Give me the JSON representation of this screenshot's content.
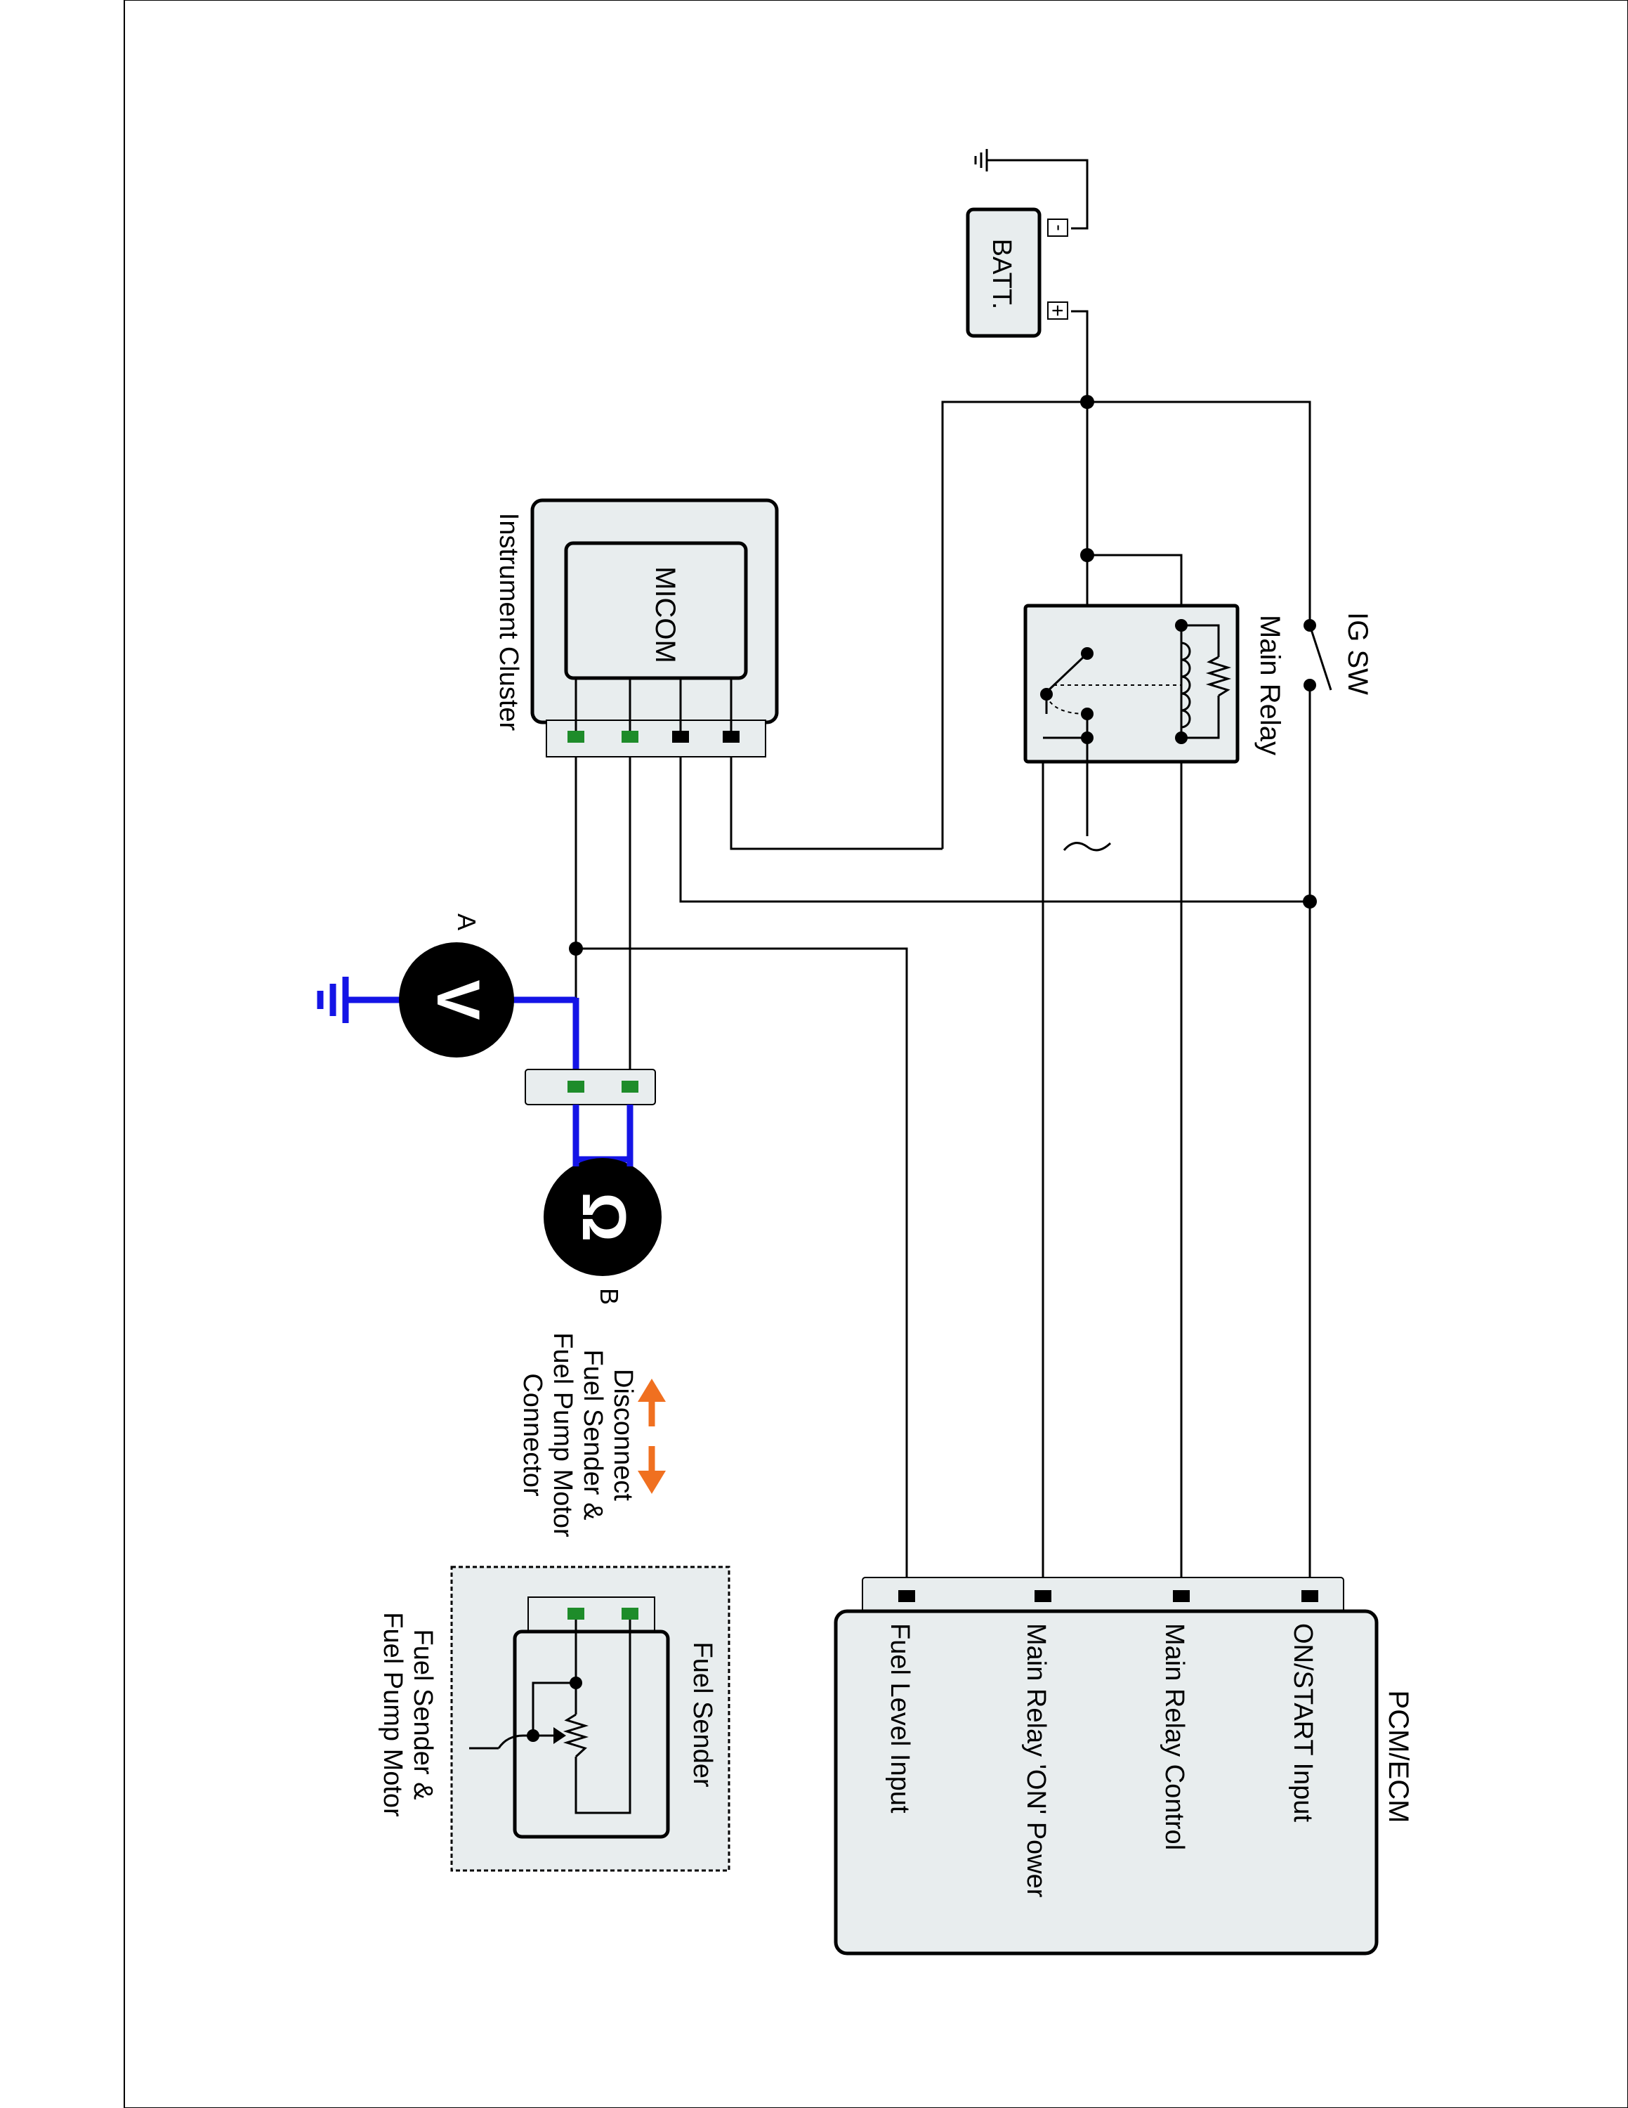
{
  "labels": {
    "batt": "BATT.",
    "batt_minus": "-",
    "batt_plus": "+",
    "ig_sw": "IG SW",
    "main_relay": "Main Relay",
    "micom": "MICOM",
    "instrument_cluster": "Instrument Cluster",
    "meter_v_symbol": "V",
    "meter_v_tag": "A",
    "meter_ohm_symbol": "Ω",
    "meter_ohm_tag": "B",
    "disconnect_note": [
      "Disconnect",
      "Fuel Sender &",
      "Fuel Pump Motor",
      "Connector"
    ],
    "fuel_sender": "Fuel Sender",
    "fuel_sender_pump_caption": [
      "Fuel Sender &",
      "Fuel Pump Motor"
    ],
    "pcm_ecm": "PCM/ECM",
    "pcm_inputs": [
      "ON/START Input",
      "Main Relay Control",
      "Main Relay 'ON' Power",
      "Fuel Level Input"
    ]
  },
  "colors": {
    "wire": "#000000",
    "probe_wire": "#1414e6",
    "connector_pin_active": "#1e8c2a",
    "connector_pin": "#000000",
    "component_fill": "#e8edee",
    "arrow": "#f07020"
  }
}
